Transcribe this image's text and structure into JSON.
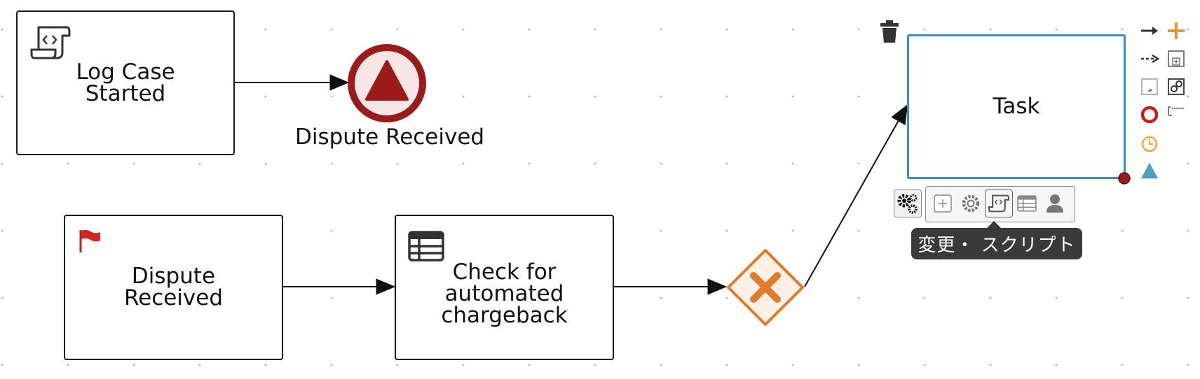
{
  "tasks": {
    "log_case": {
      "label": "Log Case\nStarted",
      "icon": "script-icon"
    },
    "dispute": {
      "label": "Dispute\nReceived",
      "icon": "flag-icon"
    },
    "check": {
      "label": "Check for\nautomated\nchargeback",
      "icon": "business-rule-icon"
    },
    "new_task": {
      "label": "Task"
    }
  },
  "events": {
    "end_signal": {
      "label": "Dispute Received",
      "icon": "signal-end-event-icon",
      "color": "#9b1b1b"
    }
  },
  "gateway": {
    "type": "exclusive-gateway",
    "icon": "x-icon",
    "color": "#e07b2c"
  },
  "palette": [
    "sequence-flow-icon",
    "add-icon",
    "dashed-flow-icon",
    "subprocess-icon",
    "annotation-icon",
    "reusable-subprocess-icon",
    "end-event-icon",
    "script-label-icon",
    "timer-event-icon",
    "signal-event-icon"
  ],
  "toolbar": {
    "items": [
      "gears-icon",
      "subprocess-icon",
      "service-task-icon",
      "script-task-icon",
      "business-rule-icon",
      "user-task-icon"
    ],
    "tooltip": "変更・ スクリプト"
  },
  "colors": {
    "selection": "#3b8bd0",
    "end_event": "#9b1b1b",
    "gateway": "#e07b2c",
    "palette_orange": "#f0902e",
    "palette_teal": "#4fa0b8"
  }
}
